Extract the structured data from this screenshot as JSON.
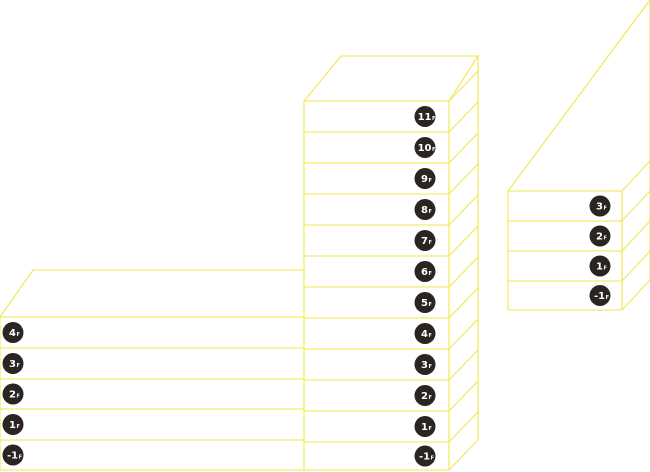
{
  "colors": {
    "outline": "#f2e64a",
    "badge_fill": "#2a2422",
    "badge_text": "#ffffff"
  },
  "floor_suffix": "F",
  "buildings": {
    "low_block_left": {
      "name": "left-low-block",
      "floors": [
        "4",
        "3",
        "2",
        "1",
        "-1"
      ]
    },
    "tower_center": {
      "name": "center-tower",
      "floors": [
        "11",
        "10",
        "9",
        "8",
        "7",
        "6",
        "5",
        "4",
        "3",
        "2",
        "1",
        "-1"
      ]
    },
    "block_right": {
      "name": "right-block",
      "floors": [
        "3",
        "2",
        "1",
        "-1"
      ]
    }
  }
}
